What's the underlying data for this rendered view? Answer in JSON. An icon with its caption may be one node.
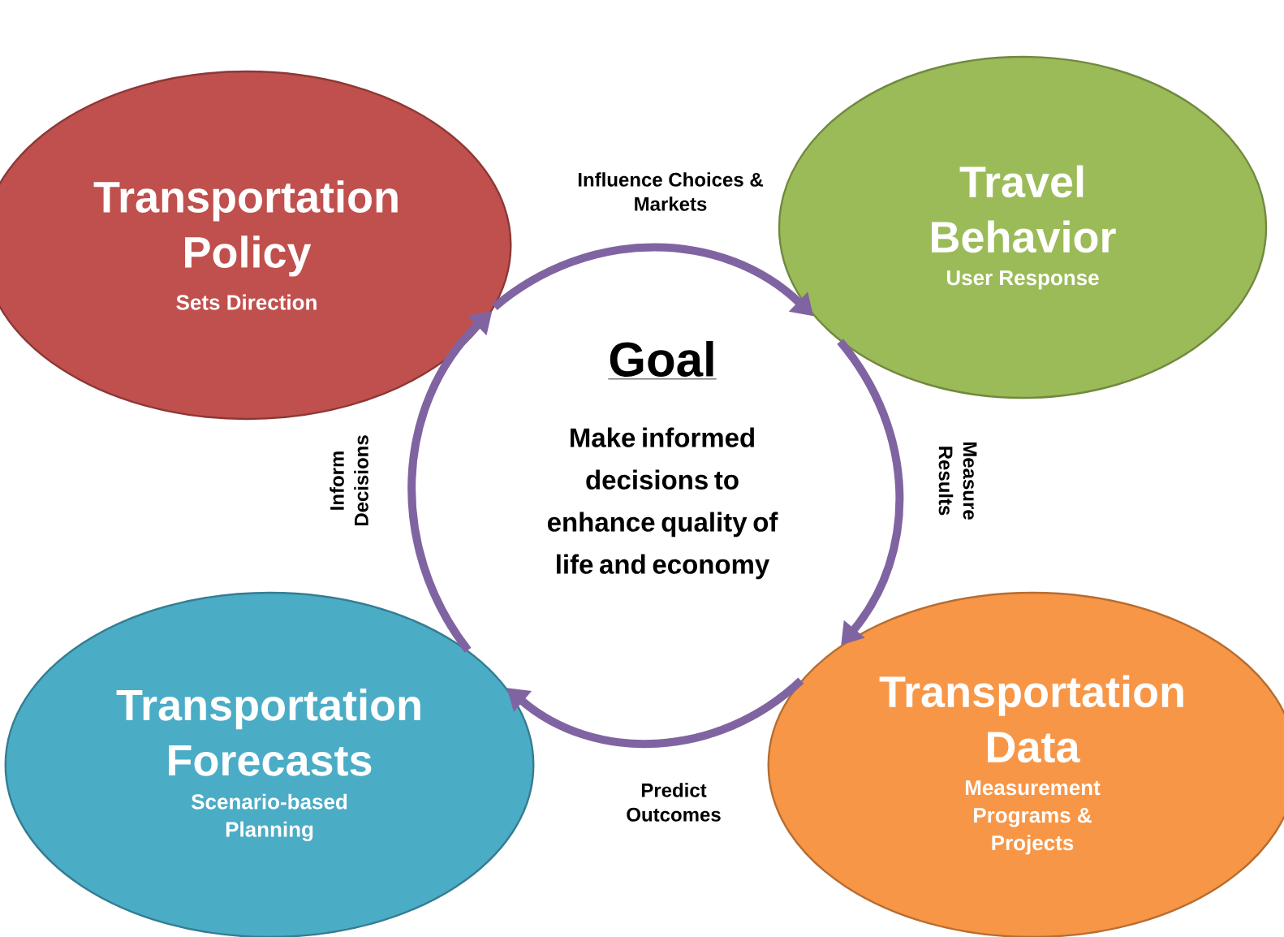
{
  "diagram": {
    "nodes": [
      {
        "text": [
          "Transportation Policy",
          "Sets Direction"
        ]
      },
      {
        "text": [
          "Travel Behavior",
          "User Response"
        ]
      },
      {
        "text": [
          "Transportation Forecasts",
          "Scenario-based Planning"
        ]
      },
      {
        "text": [
          "Transportation Data",
          "Measurement Programs & Projects"
        ]
      }
    ],
    "edges": [
      {
        "from": 0,
        "to": 1,
        "arrow": "to",
        "label": "Influence Choices & Markets"
      },
      {
        "from": 1,
        "to": 3,
        "arrow": "to",
        "label": "Measure Results"
      },
      {
        "from": 3,
        "to": 2,
        "arrow": "to",
        "label": "Predict Outcomes"
      },
      {
        "from": 2,
        "to": 0,
        "arrow": "to",
        "label": "Inform Decisions"
      }
    ],
    "labels": [
      "Goal",
      "Make informed decisions to enhance quality of life and economy"
    ]
  }
}
